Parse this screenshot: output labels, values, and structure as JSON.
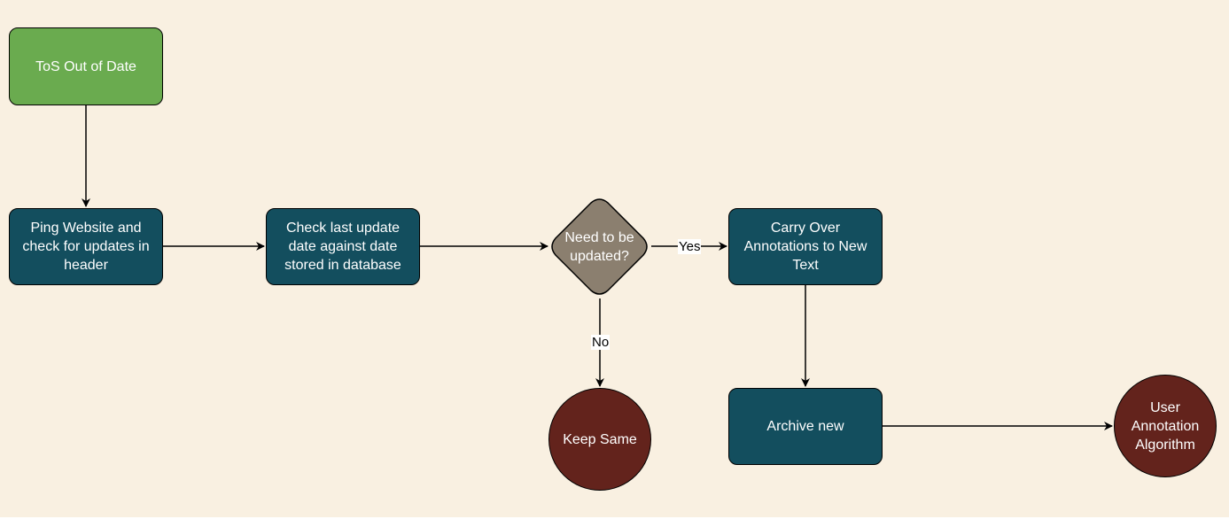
{
  "colors": {
    "background": "#f9f0e1",
    "start_fill": "#6aab4f",
    "process_fill": "#134e5e",
    "decision_fill": "#8b7f6f",
    "terminal_fill": "#63231c",
    "text": "#ffffff",
    "edge": "#000000"
  },
  "nodes": {
    "start": "ToS Out of Date",
    "ping": "Ping Website and check for updates in header",
    "check": "Check last update date against date stored in database",
    "decision": "Need to be updated?",
    "carry": "Carry Over Annotations to New Text",
    "keep": "Keep Same",
    "archive": "Archive new",
    "user": "User Annotation Algorithm"
  },
  "edges": {
    "yes_label": "Yes",
    "no_label": "No"
  }
}
